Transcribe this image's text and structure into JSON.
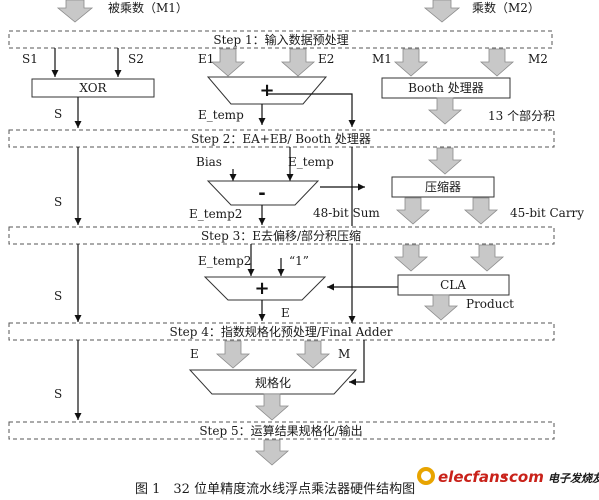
{
  "top": {
    "multiplicand": "被乘数（M1）",
    "multiplier": "乘数（M2）"
  },
  "steps": [
    "Step 1：输入数据预处理",
    "Step 2：EA+EB/ Booth 处理器",
    "Step 3：E去偏移/部分积压缩",
    "Step 4：指数规格化预处理/Final Adder",
    "Step 5：运算结果规格化/输出"
  ],
  "signals": {
    "s1": "S1",
    "s2": "S2",
    "e1": "E1",
    "e2": "E2",
    "m1": "M1",
    "m2": "M2",
    "s": "S",
    "e_temp": "E_temp",
    "bias": "Bias",
    "e_temp2": "E_temp2",
    "one": "“1”",
    "e": "E",
    "m": "M",
    "partial": "13 个部分积",
    "sum": "48-bit Sum",
    "carry": "45-bit Carry",
    "product": "Product"
  },
  "blocks": {
    "xor": "XOR",
    "booth": "Booth 处理器",
    "compressor": "压缩器",
    "cla": "CLA",
    "normalize": "规格化",
    "adder1": "+",
    "subtract": "-",
    "adder2": "+"
  },
  "caption": "图 1　32 位单精度流水线浮点乘法器硬件结构图",
  "watermark": {
    "site": "elecfans",
    "dot": "·",
    "domain": "com",
    "cn": "电子发烧友"
  }
}
